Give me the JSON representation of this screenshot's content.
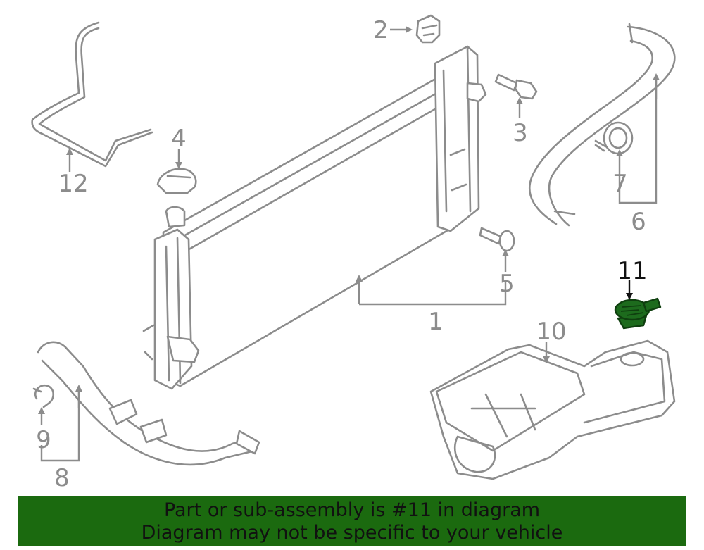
{
  "diagram": {
    "highlighted_part": "11",
    "callouts": [
      "1",
      "2",
      "3",
      "4",
      "5",
      "6",
      "7",
      "8",
      "9",
      "10",
      "11",
      "12"
    ],
    "colors": {
      "part_stroke": "#8c8c8c",
      "highlight_fill": "#1d6b1d",
      "banner": "#1b6a0f"
    }
  },
  "banner": {
    "line1": "Part or sub-assembly is #11 in diagram",
    "line2": "Diagram may not be specific to your vehicle"
  }
}
